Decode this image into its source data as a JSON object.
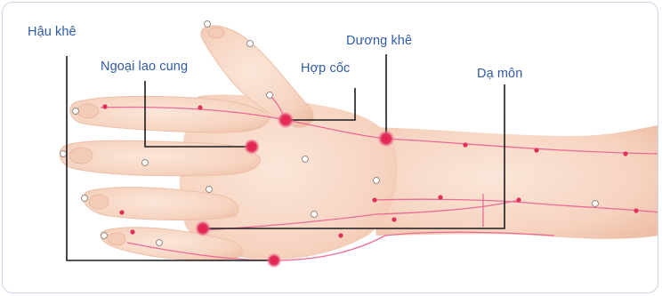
{
  "labels": {
    "hau_khe": "Hậu khê",
    "ngoai_lao_cung": "Ngoại lao cung",
    "hop_coc": "Hợp cốc",
    "duong_khe": "Dương khê",
    "da_mon": "Dạ môn"
  },
  "colors": {
    "skin": "#f7d9c8",
    "skin_shadow": "#eebfa8",
    "meridian": "#e85a8c",
    "acupoint": "#e0305a",
    "leader_line": "#1c1c1c",
    "label_text": "#2f5aa6",
    "frame": "#c9d6e6"
  },
  "icons": {
    "hand": "hand-illustration",
    "points": "acupoint-marker"
  }
}
